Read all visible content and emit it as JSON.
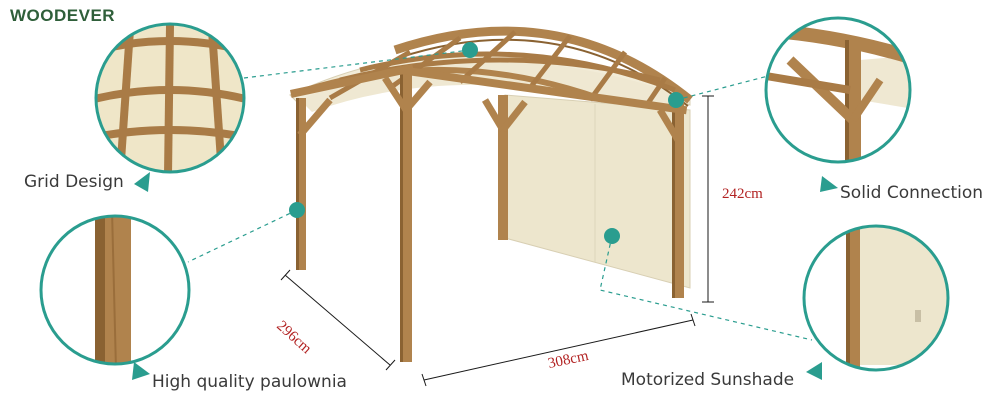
{
  "brand": {
    "name": "WOODEVER"
  },
  "features": {
    "grid_design": "Grid Design",
    "solid_connection": "Solid Connection",
    "paulownia": "High quality paulownia",
    "sunshade": "Motorized Sunshade"
  },
  "dimensions": {
    "height": "242cm",
    "depth": "296cm",
    "width": "308cm"
  },
  "colors": {
    "accent": "#2a9d8f",
    "wood": "#b0834d",
    "wood_dark": "#8a6232",
    "canvas": "#efe8d2",
    "dimension": "#b22222"
  }
}
